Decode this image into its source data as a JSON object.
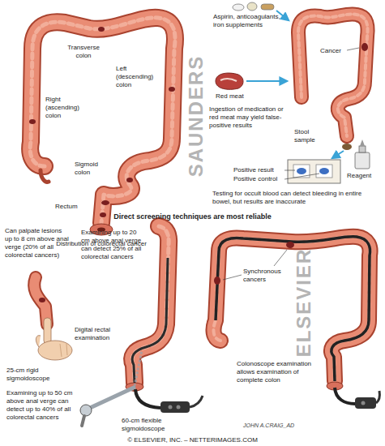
{
  "diagram": {
    "title": "Direct screening techniques are most reliable",
    "labels": [
      "Transverse colon",
      "Left (descending) colon",
      "Right (ascending) colon",
      "Sigmoid colon",
      "Rectum",
      "Distribution of colorectal cancer",
      "Aspirin, anticoagulants, iron supplements",
      "Cancer",
      "Red meat",
      "Ingestion of medication or red meat may yield false-positive results",
      "Stool sample",
      "Reagent",
      "Positive result",
      "Positive control",
      "Testing for occult blood can detect bleeding in entire bowel, but results are inaccurate",
      "Can palpate lesions up to 8 cm above anal verge (20% of all colorectal cancers)",
      "Examining up to 20 cm above anal verge can detect 25% of all colorectal cancers",
      "Digital rectal examination",
      "25-cm rigid sigmoidoscope",
      "Examining up to 50 cm above anal verge can detect up to 40% of all colorectal cancers",
      "60-cm flexible sigmoidoscope",
      "Synchronous cancers",
      "Colonoscope examination allows examination of complete colon",
      "JOHN A.CRAIG_AD",
      "© ELSEVIER, INC. – NETTERIMAGES.COM",
      "SAUNDERS",
      "ELSEVIER"
    ]
  }
}
